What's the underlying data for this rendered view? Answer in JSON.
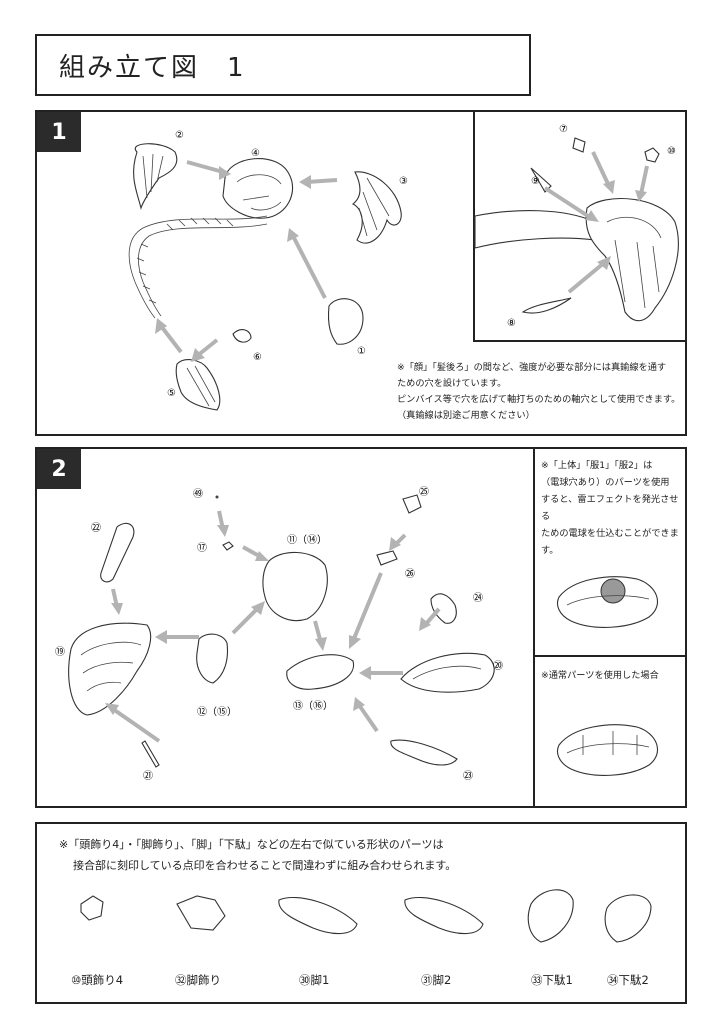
{
  "title": "組み立て図　1",
  "section1": {
    "badge": "1",
    "labels": [
      "②",
      "④",
      "③",
      "①",
      "⑥",
      "⑤"
    ],
    "inset_labels": [
      "⑦",
      "⑩",
      "⑨",
      "⑧"
    ],
    "note": [
      "※「顔」「髪後ろ」の間など、強度が必要な部分には真鍮線を通す",
      "ための穴を設けています。",
      "ピンバイス等で穴を広げて軸打ちのための軸穴として使用できます。",
      "（真鍮線は別途ご用意ください）"
    ]
  },
  "section2": {
    "badge": "2",
    "labels": [
      "㉒",
      "㊾",
      "⑰",
      "⑪（⑭）",
      "㉕",
      "㉖",
      "㉔",
      "⑲",
      "⑫（⑮）",
      "⑬（⑯）",
      "⑳",
      "㉑",
      "㉓"
    ],
    "note_light": [
      "※「上体」「服1」「服2」は",
      "（電球穴あり）のパーツを使用",
      "すると、雷エフェクトを発光させる",
      "ための電球を仕込むことができま",
      "す。"
    ],
    "note_normal": "※通常パーツを使用した場合"
  },
  "section3": {
    "note_line1": "※「頭飾り4」・「脚飾り」、「脚」「下駄」などの左右で似ている形状のパーツは",
    "note_line2": "接合部に刻印している点印を合わせることで間違わずに組み合わせられます。",
    "parts": [
      "⑩頭飾り4",
      "㉜脚飾り",
      "㉚脚1",
      "㉛脚2",
      "㉝下駄1",
      "㉞下駄2"
    ]
  }
}
